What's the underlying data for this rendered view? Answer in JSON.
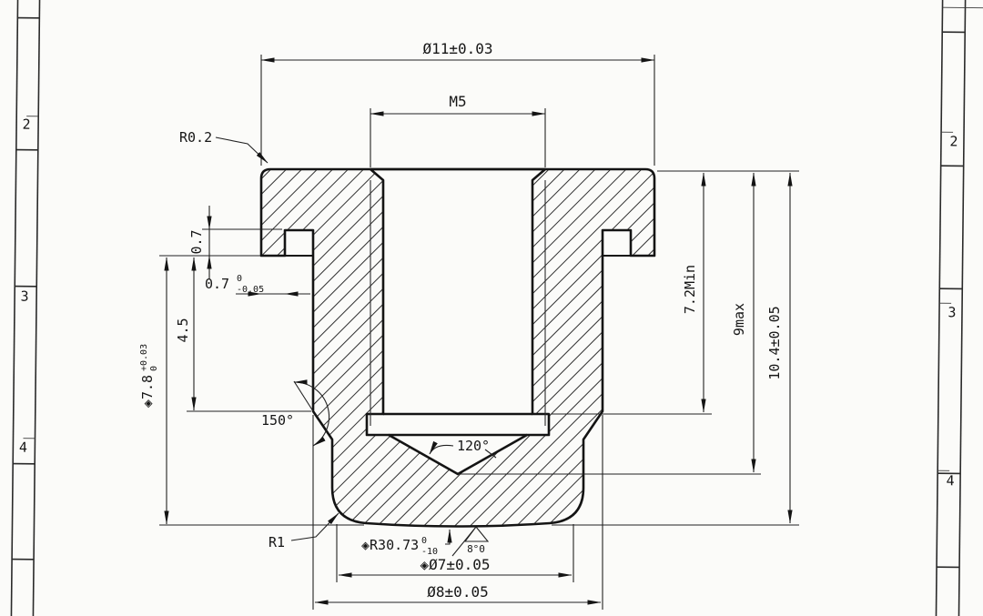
{
  "sheet": {
    "background": "#fbfbf9",
    "line_color": "#141414",
    "zones_left": [
      "2",
      "3",
      "4"
    ],
    "zones_right": [
      "2",
      "3",
      "4"
    ]
  },
  "labels": {
    "dia_top": "Ø11±0.03",
    "thread": "M5",
    "radius_top_corner": "R0.2",
    "notch_height": "0.7",
    "lip_width_value": "0.7",
    "lip_width_tol_upper": "0",
    "lip_width_tol_lower": "-0.05",
    "step_depth": "4.5",
    "body_height_value": "◈7.8",
    "body_height_tol_upper": "+0.03",
    "body_height_tol_lower": "0",
    "angle_flare": "150°",
    "angle_drill_point": "120°",
    "thread_depth_min": "7.2Min",
    "drill_depth_max": "9max",
    "overall_height": "10.4±0.05",
    "radius_bottom_corner": "R1",
    "radius_sphere_value": "◈R30.73",
    "radius_sphere_tol_upper": "0",
    "radius_sphere_tol_lower": "-10",
    "surface_note": "8°0",
    "dia_pilot": "◈Ø7±0.05",
    "dia_body": "Ø8±0.05"
  }
}
